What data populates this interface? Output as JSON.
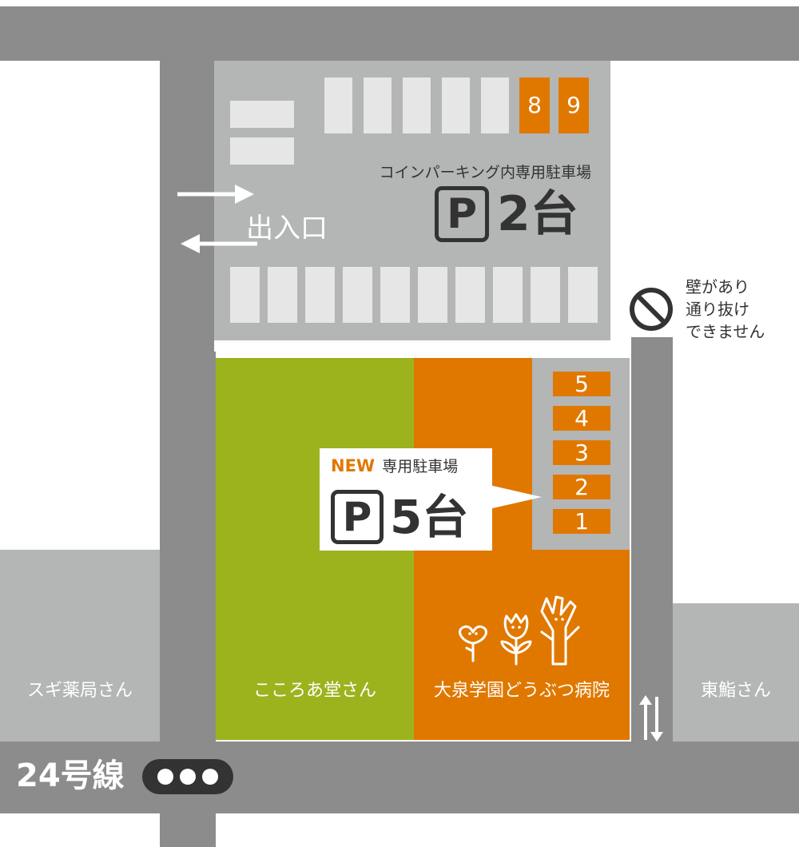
{
  "colors": {
    "road": "#8c8c8c",
    "building": "#b4b5b5",
    "slot": "#e6e6e6",
    "orange": "#e07800",
    "green": "#9db31e",
    "text_dark": "#333333"
  },
  "top_parking": {
    "slots_numbered": [
      "8",
      "9"
    ],
    "name": "コインパーキング内専用駐車場",
    "p_icon": "P",
    "count": "2台",
    "entrance_label": "出入口"
  },
  "new_parking": {
    "new_label": "NEW",
    "name": "専用駐車場",
    "p_icon": "P",
    "count": "5台",
    "slots": [
      "5",
      "4",
      "3",
      "2",
      "1"
    ]
  },
  "no_entry": {
    "icon": "no-entry-icon",
    "lines": [
      "壁があり",
      "通り抜け",
      "できません"
    ]
  },
  "buildings": {
    "left": "スギ薬局さん",
    "kokoro": "こころあ堂さん",
    "hospital": "大泉学園どうぶつ病院",
    "right": "東鮨さん"
  },
  "route": {
    "name": "24号線",
    "dots_icon": "three-dots-icon"
  },
  "two_way_icon": "two-way-arrow-icon"
}
